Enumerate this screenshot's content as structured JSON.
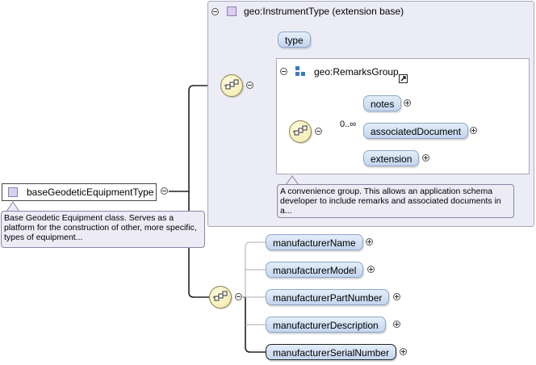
{
  "root_type": {
    "label": "baseGeodeticEquipmentType"
  },
  "root_note": "Base Geodetic Equipment class. Serves as a platform for the construction of other, more specific, types of equipment...",
  "extension_base": {
    "label": "geo:InstrumentType (extension base)"
  },
  "instrument_elements": {
    "type": "type"
  },
  "remarks_group": {
    "label": "geo:RemarksGroup",
    "multiplicity": "0..∞",
    "elements": [
      "notes",
      "associatedDocument",
      "extension"
    ],
    "note": "A convenience group. This allows an application schema developer to include remarks and associated documents in a..."
  },
  "manufacturer_elements": [
    "manufacturerName",
    "manufacturerModel",
    "manufacturerPartNumber",
    "manufacturerDescription",
    "manufacturerSerialNumber"
  ],
  "icons": {
    "collapse": "collapse-icon",
    "expand": "expand-icon",
    "sequence": "sequence-compositor-icon",
    "group": "group-icon",
    "complex_type": "complex-type-icon",
    "external_link": "external-link-icon"
  },
  "colors": {
    "element_fill": "#c3d5ee",
    "extension_fill": "#ececf6",
    "compositor_fill": "#f1e7a5",
    "type_icon": "#d9cfee"
  }
}
